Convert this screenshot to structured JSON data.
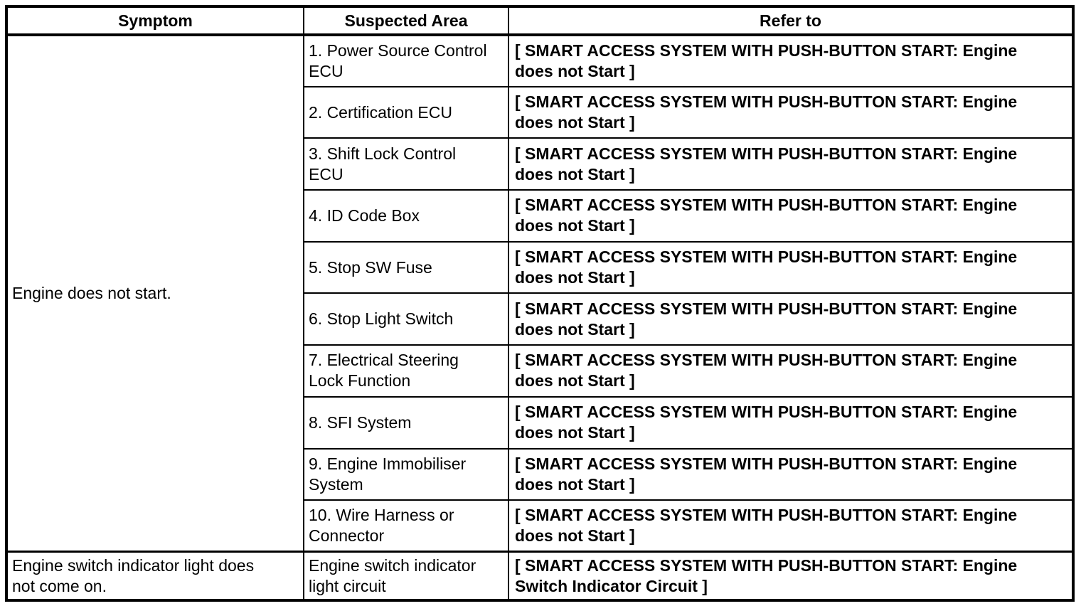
{
  "table": {
    "headers": [
      "Symptom",
      "Suspected Area",
      "Refer to"
    ],
    "groups": [
      {
        "symptom": "Engine does not start.",
        "rows": [
          {
            "suspected_area": "1. Power Source Control\nECU",
            "refer_to": "[ SMART ACCESS SYSTEM WITH PUSH-BUTTON START: Engine\ndoes not Start ]"
          },
          {
            "suspected_area": "2. Certification ECU",
            "refer_to": "[ SMART ACCESS SYSTEM WITH PUSH-BUTTON START: Engine\ndoes not Start ]"
          },
          {
            "suspected_area": "3. Shift Lock Control\nECU",
            "refer_to": "[ SMART ACCESS SYSTEM WITH PUSH-BUTTON START: Engine\ndoes not Start ]"
          },
          {
            "suspected_area": "4. ID Code Box",
            "refer_to": "[ SMART ACCESS SYSTEM WITH PUSH-BUTTON START: Engine\ndoes not Start ]"
          },
          {
            "suspected_area": "5. Stop SW Fuse",
            "refer_to": "[ SMART ACCESS SYSTEM WITH PUSH-BUTTON START: Engine\ndoes not Start ]"
          },
          {
            "suspected_area": "6. Stop Light Switch",
            "refer_to": "[ SMART ACCESS SYSTEM WITH PUSH-BUTTON START: Engine\ndoes not Start ]"
          },
          {
            "suspected_area": "7. Electrical Steering\nLock Function",
            "refer_to": "[ SMART ACCESS SYSTEM WITH PUSH-BUTTON START: Engine\ndoes not Start ]"
          },
          {
            "suspected_area": "8. SFI System",
            "refer_to": "[ SMART ACCESS SYSTEM WITH PUSH-BUTTON START: Engine\ndoes not Start ]"
          },
          {
            "suspected_area": "9. Engine Immobiliser\nSystem",
            "refer_to": "[ SMART ACCESS SYSTEM WITH PUSH-BUTTON START: Engine\ndoes not Start ]"
          },
          {
            "suspected_area": "10. Wire Harness or\nConnector",
            "refer_to": "[ SMART ACCESS SYSTEM WITH PUSH-BUTTON START: Engine\ndoes not Start ]"
          }
        ]
      },
      {
        "symptom": "Engine switch indicator light does\nnot come on.",
        "rows": [
          {
            "suspected_area": "Engine switch indicator\nlight circuit",
            "refer_to": "[ SMART ACCESS SYSTEM WITH PUSH-BUTTON START: Engine\nSwitch Indicator Circuit ]"
          }
        ]
      }
    ]
  }
}
